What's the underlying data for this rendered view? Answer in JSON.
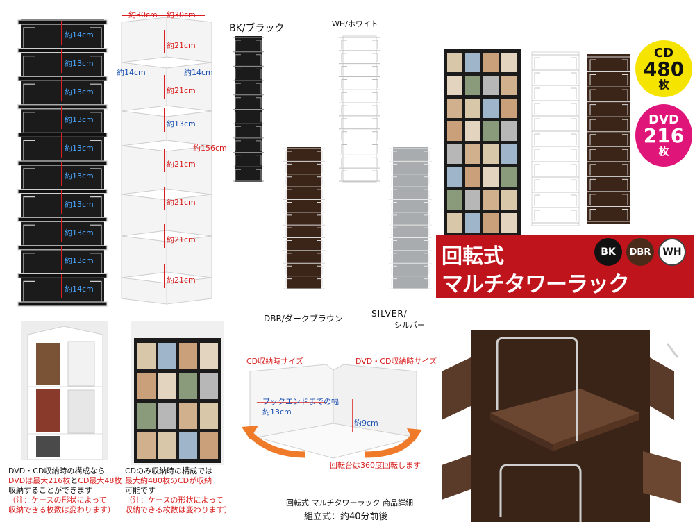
{
  "dimensions": {
    "black_tower": {
      "heights": [
        "約14cm",
        "約13cm",
        "約13cm",
        "約13cm",
        "約13cm",
        "約13cm",
        "約13cm",
        "約13cm",
        "約13cm",
        "約14cm"
      ]
    },
    "white_tower": {
      "top_widths": [
        "約30cm",
        "約30cm"
      ],
      "side_widths": [
        "約14cm",
        "約14cm"
      ],
      "heights": [
        "約21cm",
        "約21cm",
        "約13cm",
        "約21cm",
        "約21cm",
        "約21cm",
        "約21cm"
      ],
      "total_height": "約156cm"
    }
  },
  "color_variants": {
    "black": "BK/ブラック",
    "white": "WH/ホワイト",
    "dark_brown": "DBR/ダークブラウン",
    "silver_line1": "SILVER/",
    "silver_line2": "シルバー"
  },
  "capacity_badges": {
    "cd_label": "CD",
    "cd_count": "480",
    "cd_unit": "枚",
    "dvd_label": "DVD",
    "dvd_count": "216",
    "dvd_unit": "枚"
  },
  "product_banner": {
    "line1": "回転式",
    "line2": "マルチタワーラック",
    "chips": [
      "BK",
      "DBR",
      "WH"
    ]
  },
  "caption_dvd_cd": {
    "line1": "DVD・CD収納時の構成なら",
    "line2_red1": "DVDは最大216枚",
    "line2_black": "と",
    "line2_red2": "CD最大48枚",
    "line3": "収納することができます",
    "line4": "（注：ケースの形状によって",
    "line5": "収納できる枚数は変わります）"
  },
  "caption_cd_only": {
    "line1": "CDのみ収納時の構成では",
    "line2": "最大約480枚のCDが収納",
    "line3": "可能です",
    "line4": "（注：ケースの形状によって",
    "line5": "収納できる枚数は変わります）"
  },
  "rotation_diagram": {
    "cd_size_label": "CD収納時サイズ",
    "dvd_cd_size_label": "DVD・CD収納時サイズ",
    "bookend_label": "ブックエンドまでの幅",
    "bookend_value": "約13cm",
    "height_value": "約9cm",
    "rotation_note": "回転台は360度回転します"
  },
  "footer": {
    "title": "回転式 マルチタワーラック 商品詳細",
    "assembly": "組立式：約40分前後"
  },
  "colors": {
    "red": "#d81e1e",
    "blue_label": "#1a4fb0",
    "black_tower": "#1b1b1b",
    "dark_brown": "#3b2418",
    "silver": "#a9acae",
    "yellow_badge": "#f5e400",
    "magenta_badge": "#e0157a",
    "banner_bg": "#c0141c"
  }
}
